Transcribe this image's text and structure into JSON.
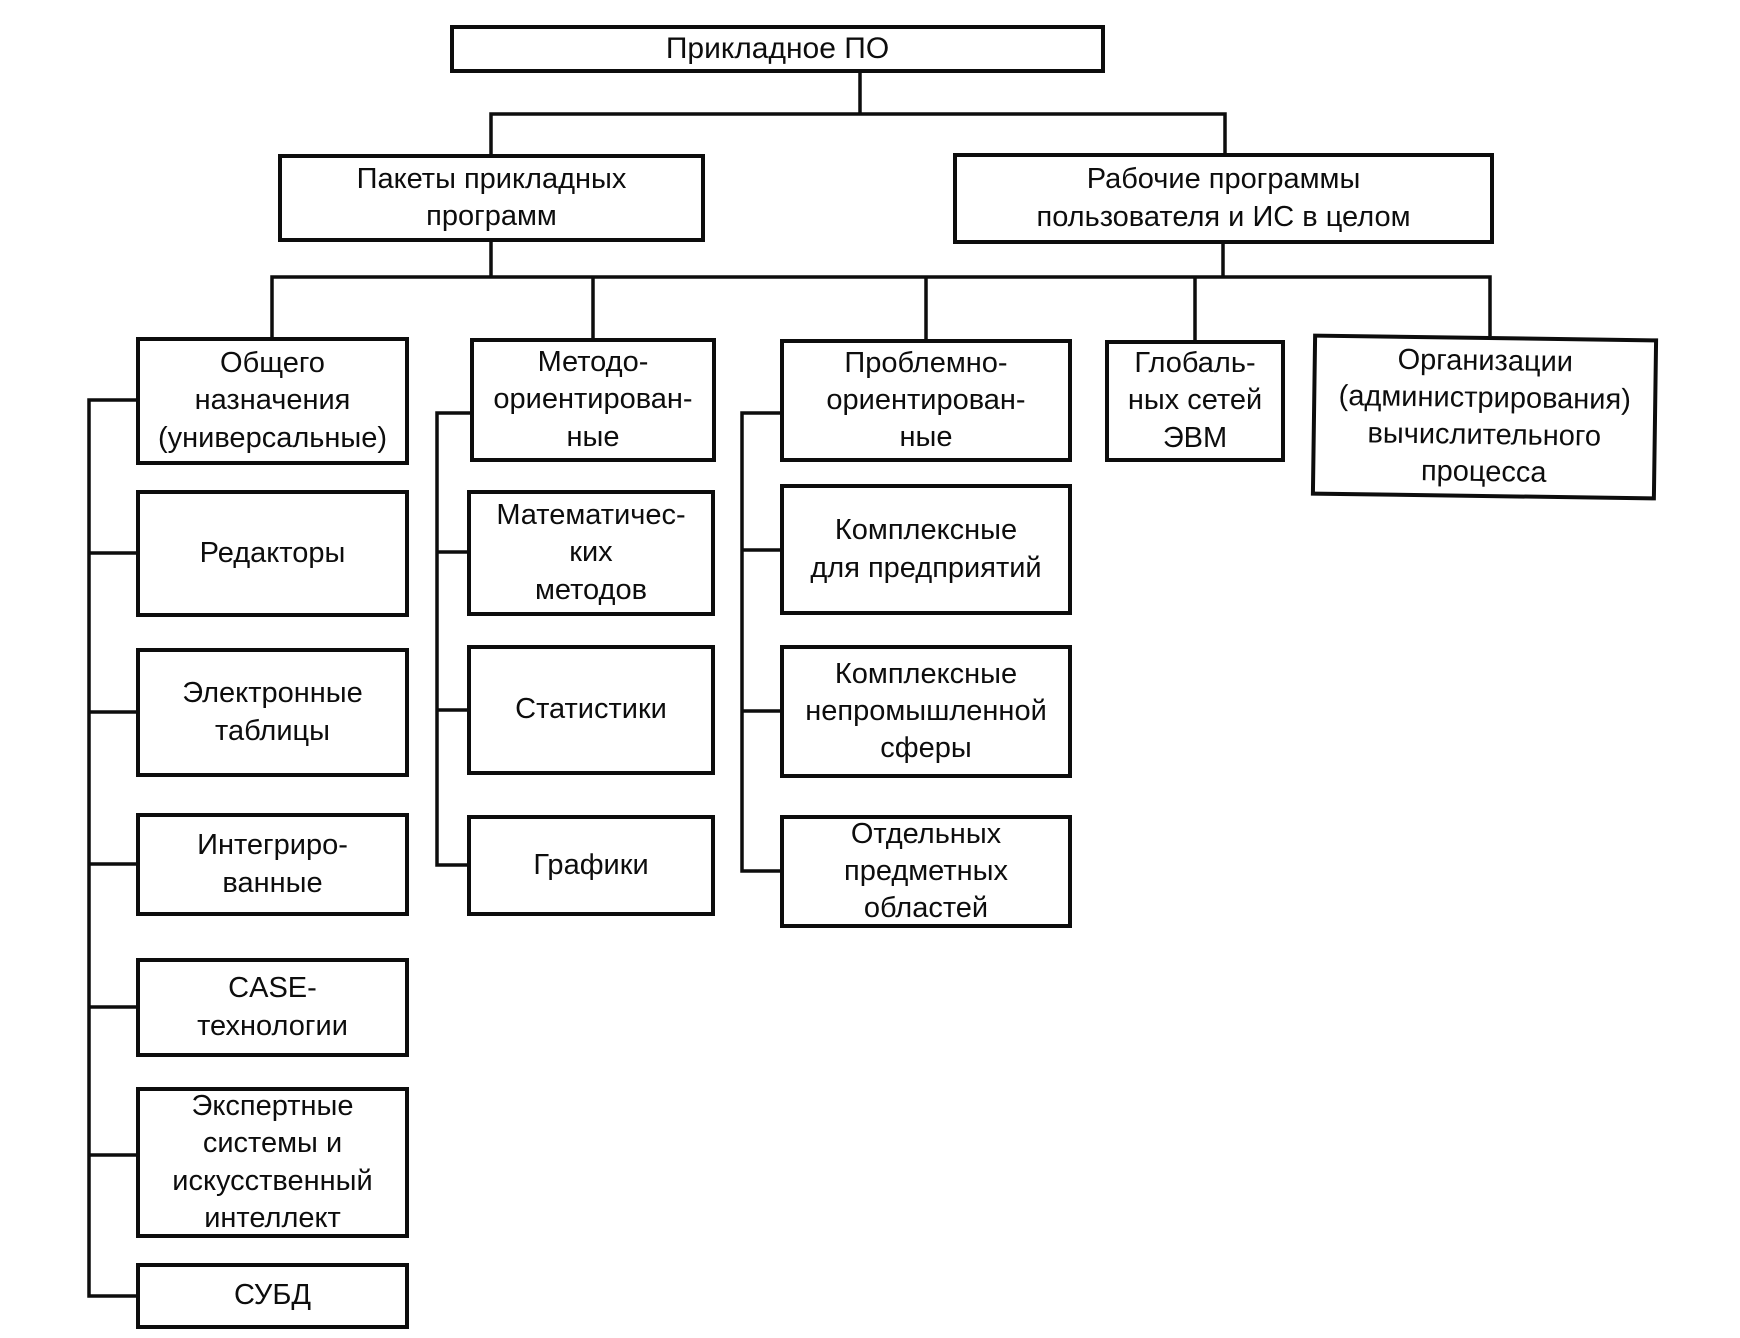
{
  "colors": {
    "ink": "#0d0d0d",
    "paper": "#ffffff"
  },
  "nodes": {
    "applied_software": {
      "label": "Прикладное ПО"
    },
    "application_packages": {
      "label": [
        "Пакеты прикладных",
        "программ"
      ]
    },
    "working_programs": {
      "label": [
        "Рабочие программы",
        "пользователя и ИС в целом"
      ]
    },
    "general_purpose": {
      "label": [
        "Общего",
        "назначения",
        "(универсальные)"
      ]
    },
    "method_oriented": {
      "label": [
        "Методо-",
        "ориентирован-",
        "ные"
      ]
    },
    "problem_oriented": {
      "label": [
        "Проблемно-",
        "ориентирован-",
        "ные"
      ]
    },
    "global_networks": {
      "label": [
        "Глобаль-",
        "ных сетей",
        "ЭВМ"
      ]
    },
    "org_admin": {
      "label": [
        "Организации",
        "(администрирования)",
        "вычислительного",
        "процесса"
      ]
    },
    "editors": {
      "label": "Редакторы"
    },
    "spreadsheets": {
      "label": [
        "Электронные",
        "таблицы"
      ]
    },
    "integrated": {
      "label": [
        "Интегриро-",
        "ванные"
      ]
    },
    "case_technologies": {
      "label": [
        "CASE-",
        "технологии"
      ]
    },
    "expert_systems": {
      "label": [
        "Экспертные",
        "системы и",
        "искусственный",
        "интеллект"
      ]
    },
    "dbms": {
      "label": "СУБД"
    },
    "math_methods": {
      "label": [
        "Математичес-",
        "ких",
        "методов"
      ]
    },
    "statistics": {
      "label": "Статистики"
    },
    "graphics": {
      "label": "Графики"
    },
    "complex_enterprise": {
      "label": [
        "Комплексные",
        "для предприятий"
      ]
    },
    "complex_nonindustrial": {
      "label": [
        "Комплексные",
        "непромышленной",
        "сферы"
      ]
    },
    "subject_areas": {
      "label": [
        "Отдельных",
        "предметных",
        "областей"
      ]
    }
  },
  "hierarchy": {
    "applied_software": [
      "application_packages",
      "working_programs"
    ],
    "second_level_shared_children": [
      "general_purpose",
      "method_oriented",
      "problem_oriented",
      "global_networks",
      "org_admin"
    ],
    "general_purpose": [
      "editors",
      "spreadsheets",
      "integrated",
      "case_technologies",
      "expert_systems",
      "dbms"
    ],
    "method_oriented": [
      "math_methods",
      "statistics",
      "graphics"
    ],
    "problem_oriented": [
      "complex_enterprise",
      "complex_nonindustrial",
      "subject_areas"
    ]
  }
}
